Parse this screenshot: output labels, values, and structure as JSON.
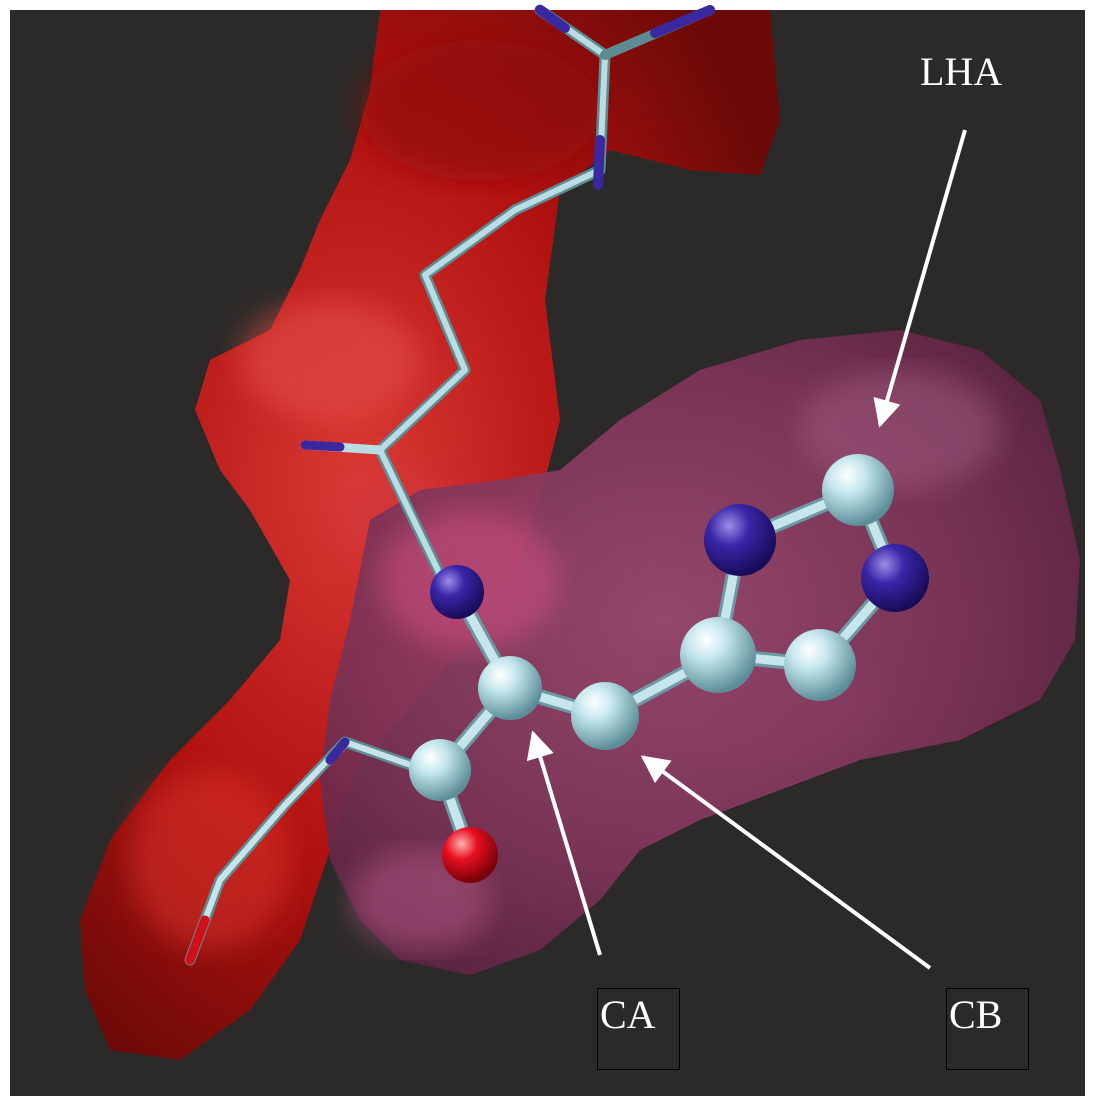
{
  "labels": {
    "lha": "LHA",
    "ca": "CA",
    "cb": "CB"
  },
  "colors": {
    "background": "#2b2a28",
    "frame": "#ffffff",
    "surface_red": "#b8100e",
    "surface_pink": "#8e3e64",
    "carbon_atom": "#a8d8e0",
    "nitrogen_atom": "#2a1a8a",
    "oxygen_atom": "#e0101c",
    "arrow": "#ffffff"
  }
}
